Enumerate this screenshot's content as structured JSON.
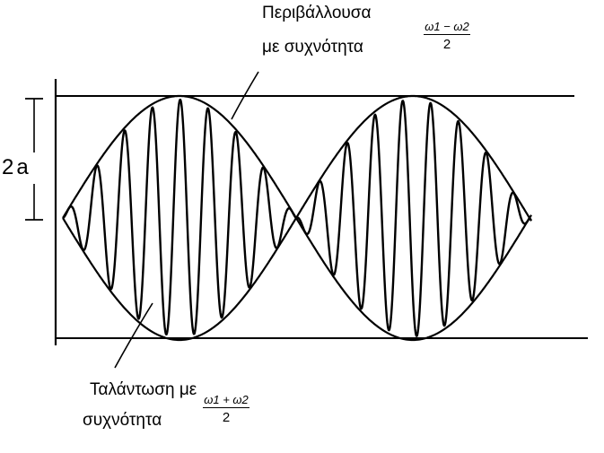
{
  "labels": {
    "envelope_line1": "Περιβάλλουσα",
    "envelope_line2": "με συχνότητα",
    "envelope_freq_numerator": "ω1 − ω2",
    "envelope_freq_denominator": "2",
    "amplitude_label": "2a",
    "oscillation_line1": "Ταλάντωση με",
    "oscillation_line2": "συχνότητα",
    "oscillation_freq_numerator": "ω1 + ω2",
    "oscillation_freq_denominator": "2"
  },
  "colors": {
    "ink": "#000000",
    "background": "#ffffff"
  }
}
